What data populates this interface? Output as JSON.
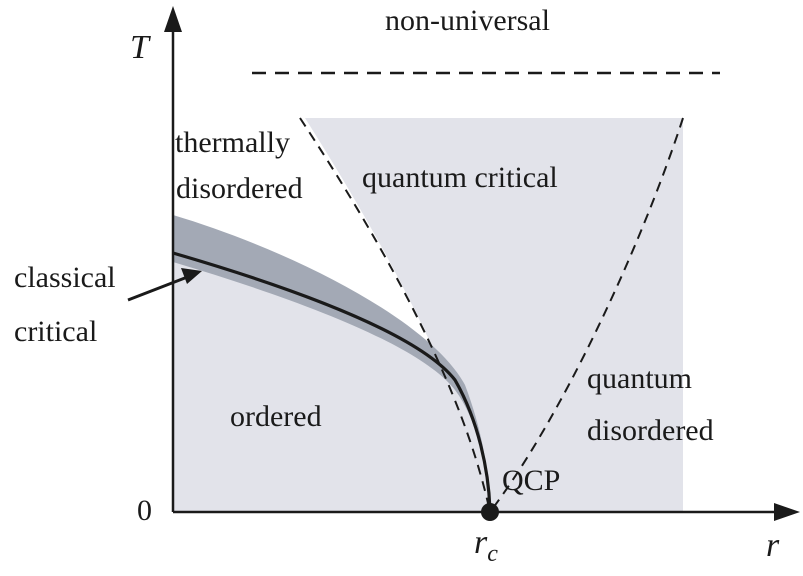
{
  "diagram": {
    "axes": {
      "y_label": "T",
      "x_label": "r",
      "origin_label": "0",
      "critical_point_label": "QCP",
      "x_tick": {
        "main": "r",
        "sub": "c"
      }
    },
    "regions": {
      "non_universal": "non-universal",
      "thermally_disordered": [
        "thermally",
        "disordered"
      ],
      "quantum_critical": "quantum critical",
      "classical_critical": [
        "classical",
        "critical"
      ],
      "ordered": "ordered",
      "quantum_disordered": [
        "quantum",
        "disordered"
      ]
    },
    "colors": {
      "region_fill": "#e2e3ea",
      "classical_band": "#a3a9b5",
      "line": "#1a1a1a"
    }
  }
}
